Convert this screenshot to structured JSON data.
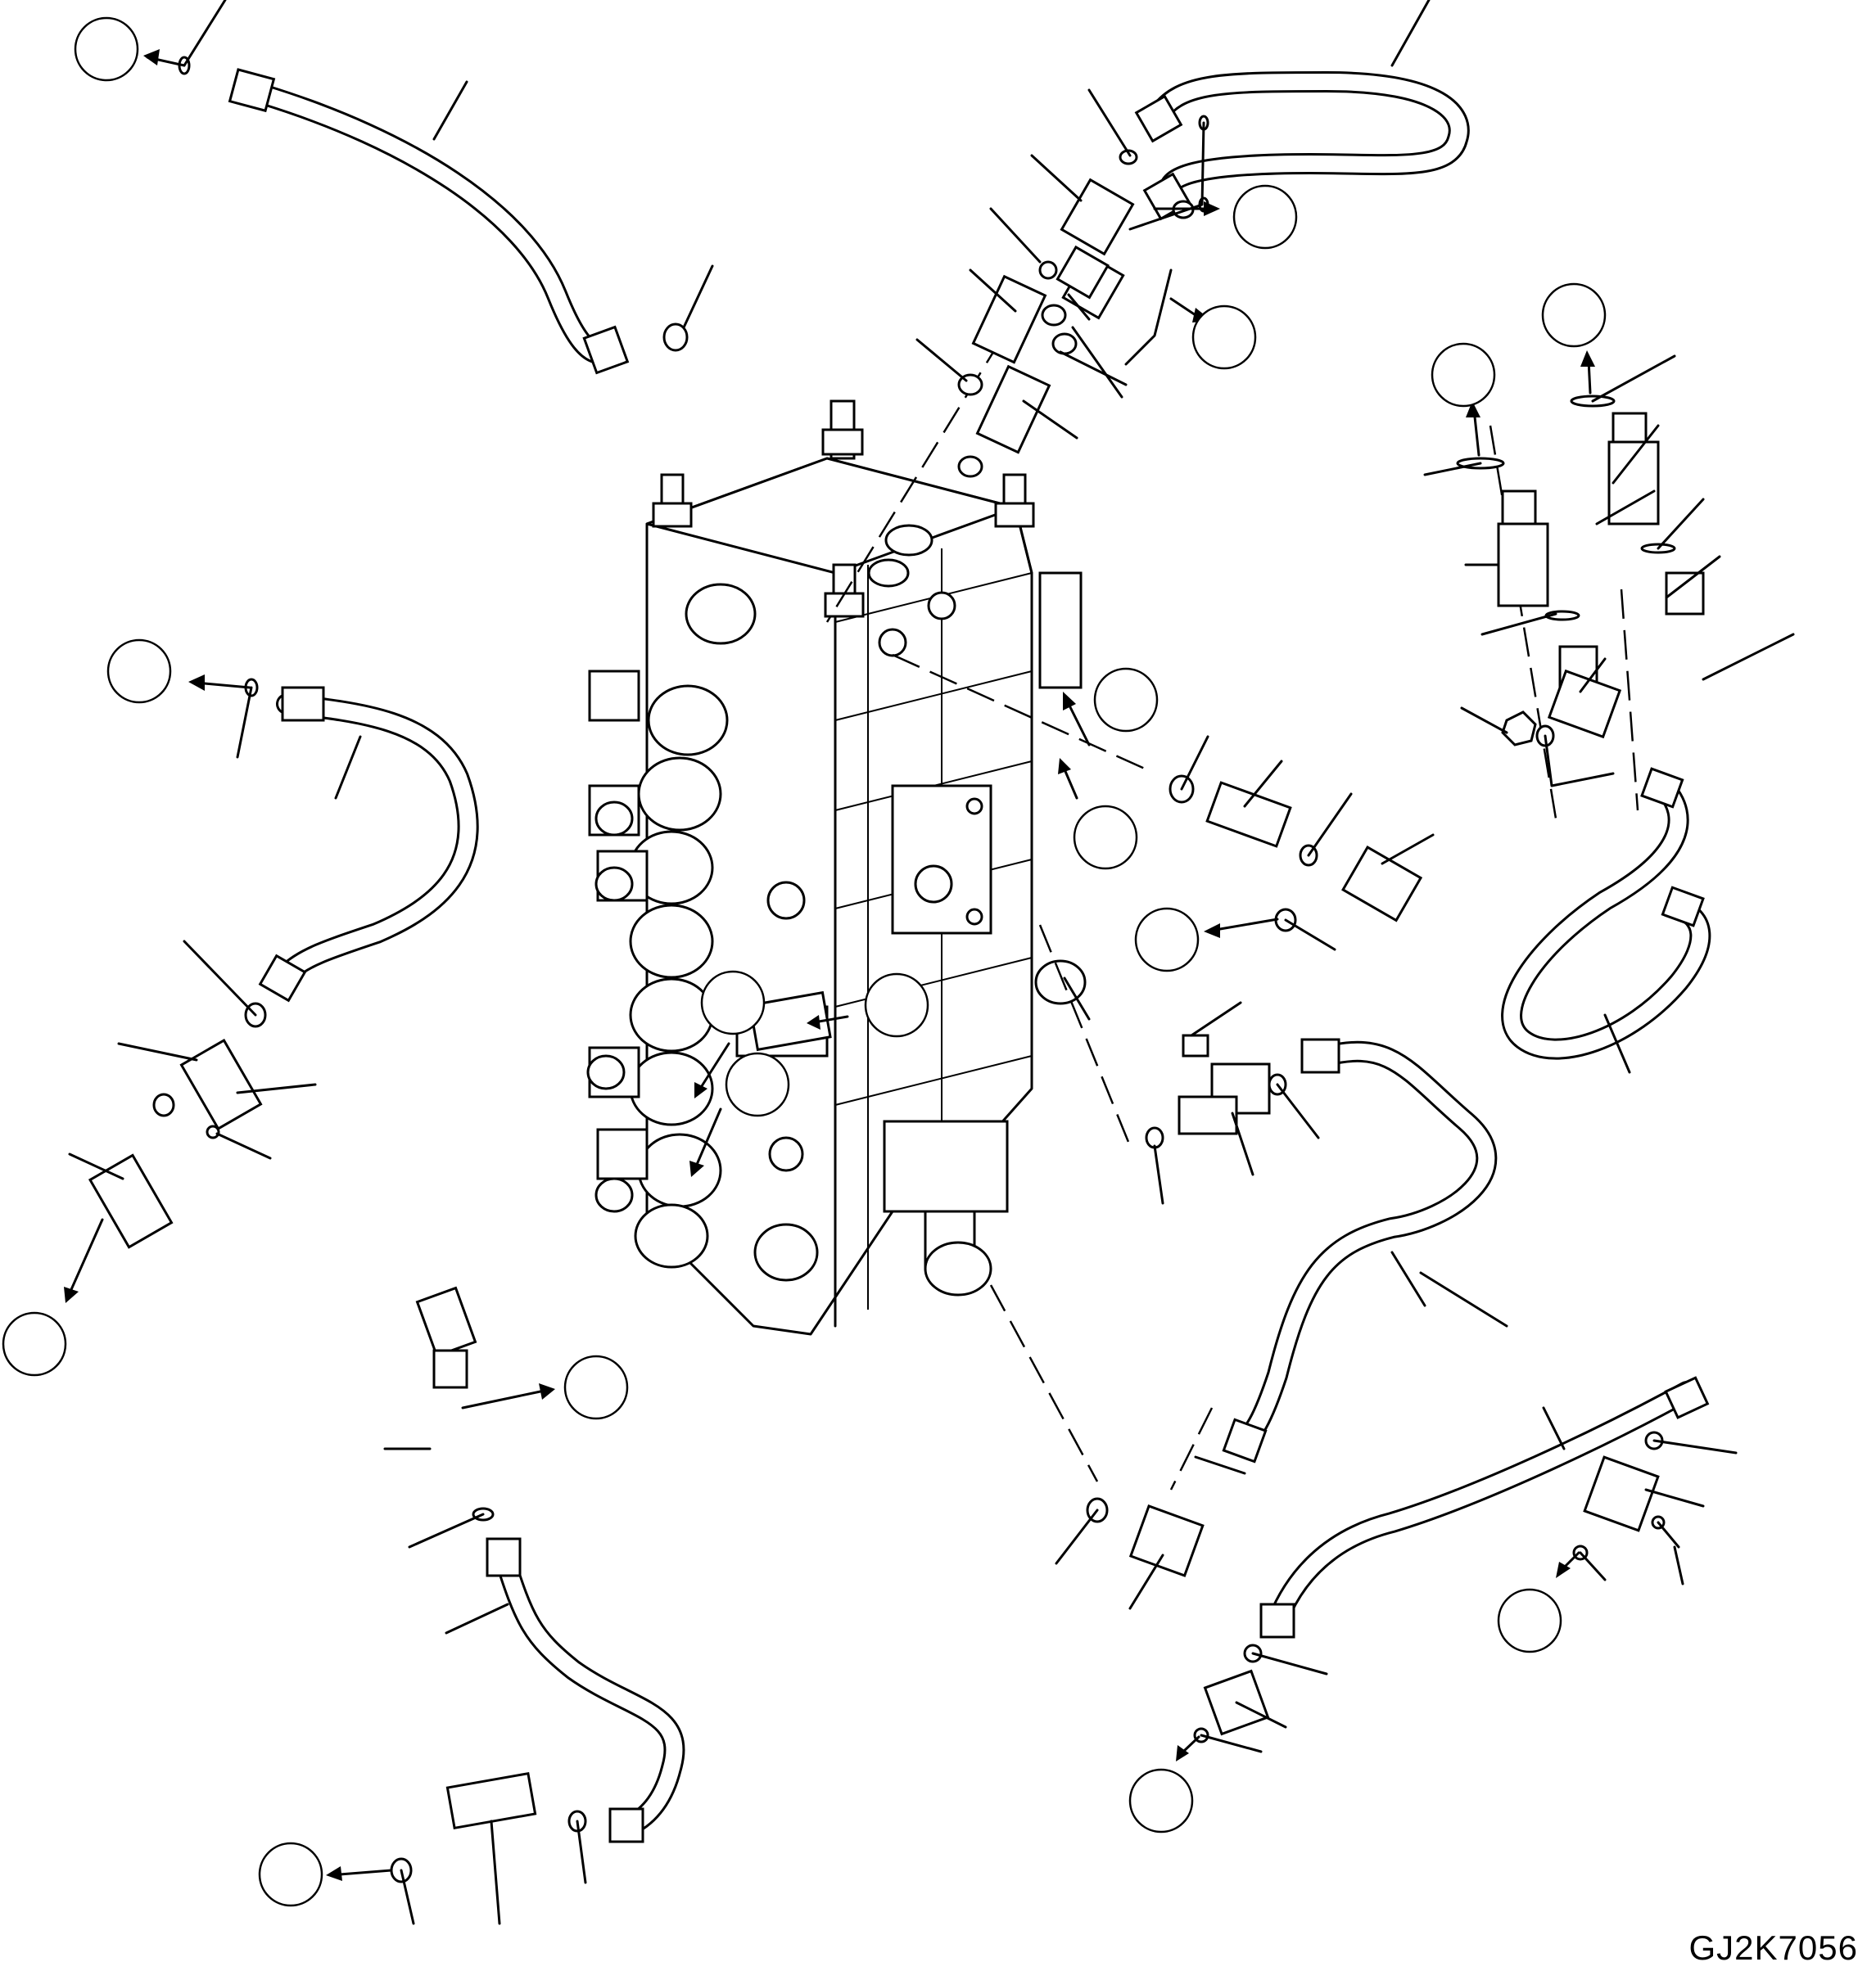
{
  "diagram": {
    "drawing_code": "GJ2K7056"
  },
  "callouts": [
    {
      "id": "ref-top-left"
    },
    {
      "id": "ref-top-right-1"
    },
    {
      "id": "ref-top-right-2"
    },
    {
      "id": "ref-right-a"
    },
    {
      "id": "ref-right-b"
    },
    {
      "id": "ref-mid-left"
    },
    {
      "id": "ref-mid-right-1"
    },
    {
      "id": "ref-mid-right-2"
    },
    {
      "id": "ref-mid-right-3"
    },
    {
      "id": "ref-center-1"
    },
    {
      "id": "ref-center-2"
    },
    {
      "id": "ref-center-3"
    },
    {
      "id": "ref-left-bottom"
    },
    {
      "id": "ref-bottom-left-top"
    },
    {
      "id": "ref-bottom-right-1"
    },
    {
      "id": "ref-bottom-right-2"
    },
    {
      "id": "ref-bottom-left"
    }
  ]
}
